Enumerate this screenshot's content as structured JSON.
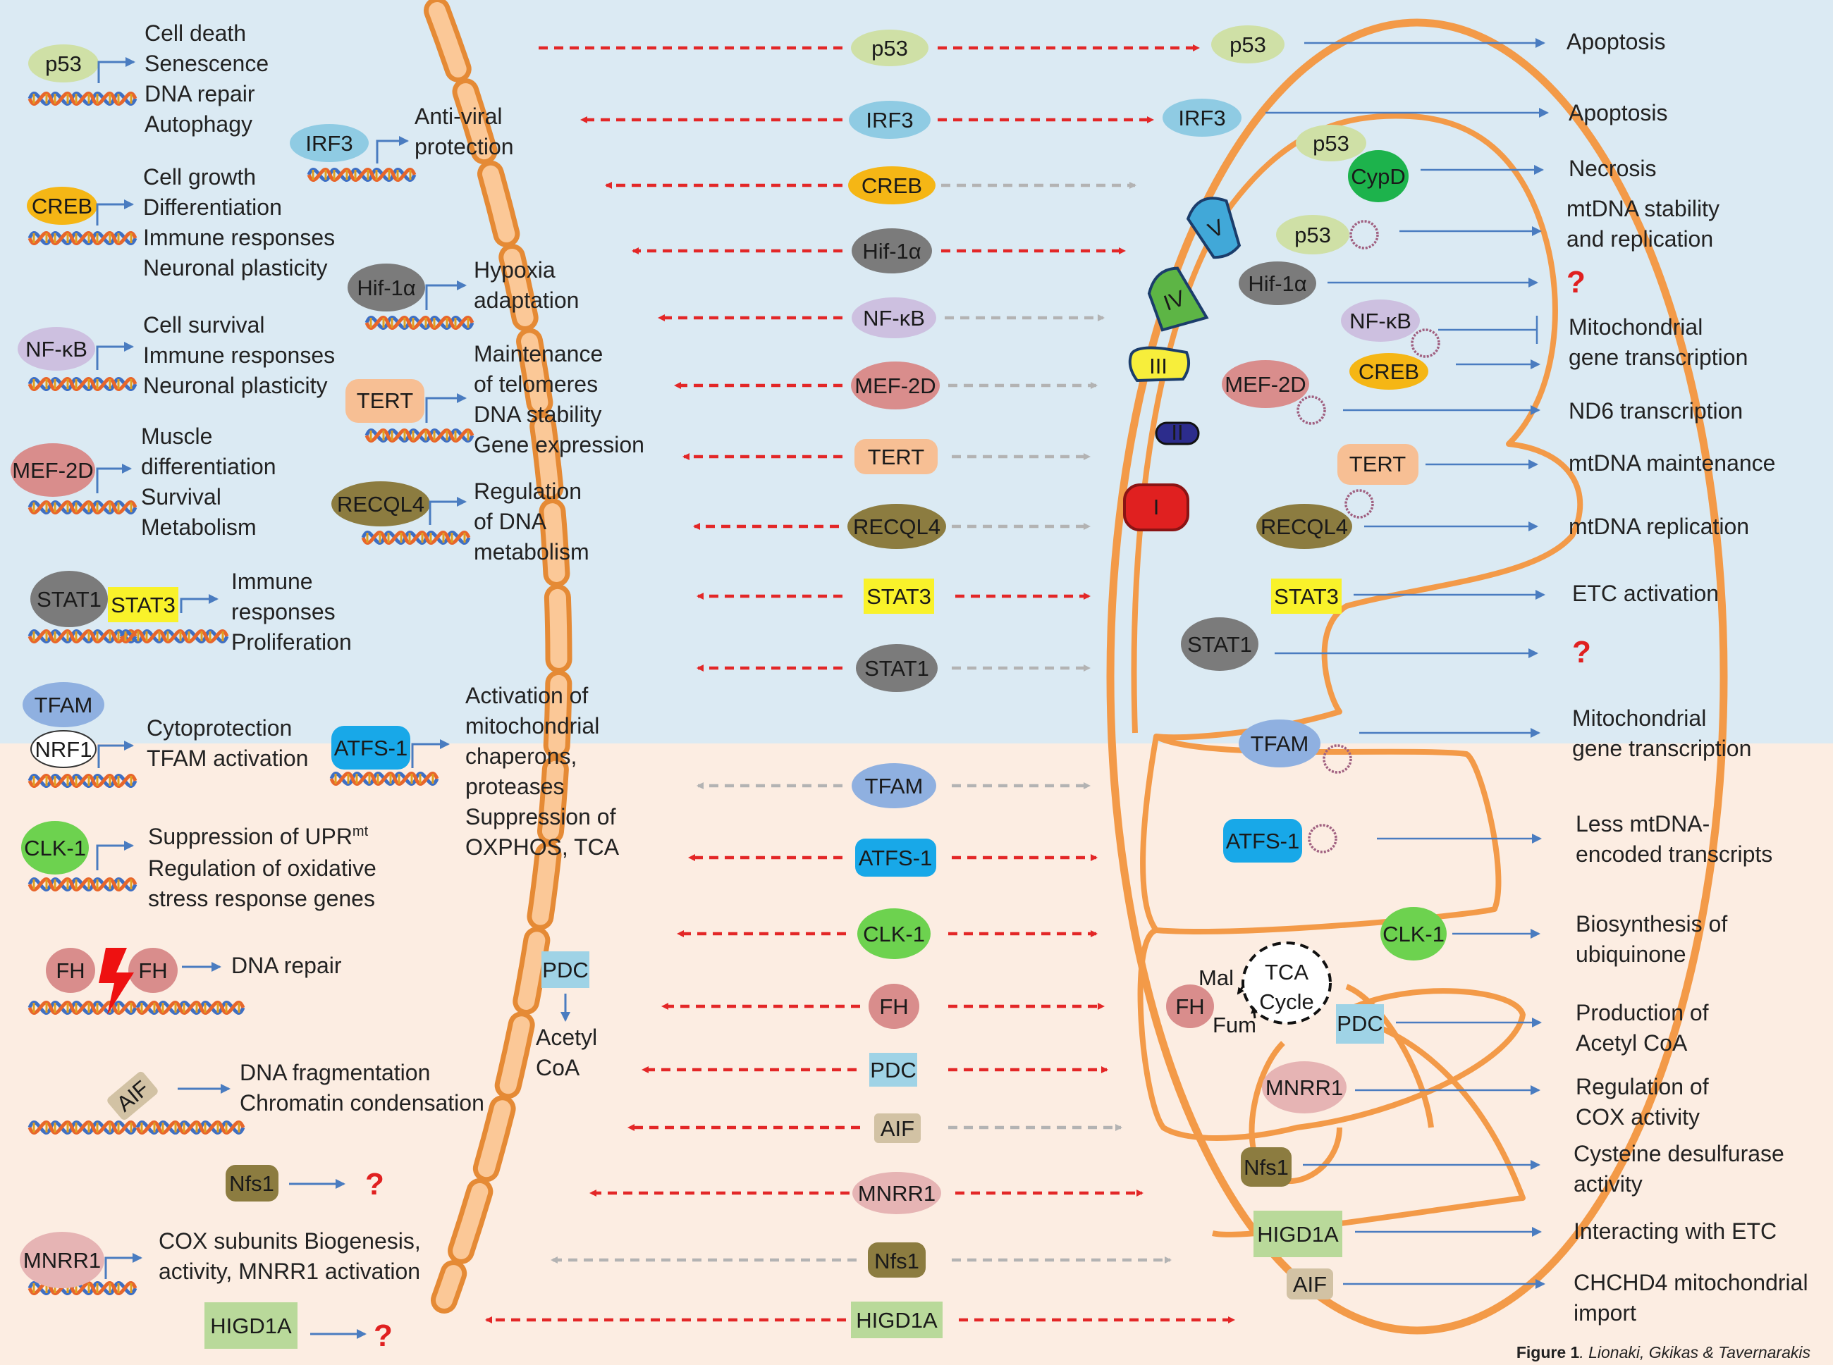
{
  "colors": {
    "bg_nucleus": "#dbeaf3",
    "bg_cytoplasm": "#fcede2",
    "membrane": "#f5a259",
    "red_arrow": "#e32727",
    "gray_arrow": "#b3b3b3",
    "blue_arrow": "#4a7cc0",
    "question": "#e02020"
  },
  "proteins": {
    "p53": "p53",
    "irf3": "IRF3",
    "creb": "CREB",
    "hif1a": "Hif-1α",
    "nfkb": "NF-κB",
    "mef2d": "MEF-2D",
    "tert": "TERT",
    "recql4": "RECQL4",
    "stat3": "STAT3",
    "stat1": "STAT1",
    "tfam": "TFAM",
    "nrf1": "NRF1",
    "atfs1": "ATFS-1",
    "clk1": "CLK-1",
    "fh": "FH",
    "pdc": "PDC",
    "aif": "AIF",
    "mnrr1": "MNRR1",
    "nfs1": "Nfs1",
    "higd1a": "HIGD1A",
    "cypd": "CypD"
  },
  "nuclear_functions": {
    "p53": [
      "Cell death",
      "Senescence",
      "DNA repair",
      "Autophagy"
    ],
    "irf3": [
      "Anti-viral",
      "protection"
    ],
    "creb": [
      "Cell growth",
      "Differentiation",
      "Immune responses",
      "Neuronal plasticity"
    ],
    "hif1a": [
      "Hypoxia",
      "adaptation"
    ],
    "nfkb": [
      "Cell survival",
      "Immune responses",
      "Neuronal plasticity"
    ],
    "tert": [
      "Maintenance",
      "of telomeres",
      "DNA stability",
      "Gene expression"
    ],
    "mef2d": [
      "Muscle",
      "differentiation",
      "Survival",
      "Metabolism"
    ],
    "recql4": [
      "Regulation",
      "of DNA",
      "metabolism"
    ],
    "stat": [
      "Immune",
      "responses",
      "Proliferation"
    ],
    "tfam": [
      "Cytoprotection",
      "TFAM activation"
    ],
    "atfs1": [
      "Activation of",
      "mitochondrial",
      "chaperons,",
      "proteases",
      "Suppression of",
      "OXPHOS, TCA"
    ],
    "clk1": [
      "Suppression of UPR",
      "Regulation of oxidative",
      "stress response genes"
    ],
    "clk1_superscript": "mt",
    "fh": [
      "DNA repair"
    ],
    "aif": [
      "DNA fragmentation",
      "Chromatin condensation"
    ],
    "mnrr1": [
      "COX subunits Biogenesis,",
      "activity, MNRR1 activation"
    ],
    "pdc_product": [
      "Acetyl",
      "CoA"
    ],
    "question": "?"
  },
  "mito_labels": {
    "complex_v": "V",
    "complex_iv": "IV",
    "complex_iii": "III",
    "complex_ii": "II",
    "complex_i": "I",
    "tca": [
      "TCA",
      "Cycle"
    ],
    "mal": "Mal",
    "fum": "Fum"
  },
  "outcomes": {
    "p53_outer": "Apoptosis",
    "irf3": "Apoptosis",
    "cypd": "Necrosis",
    "p53_inner": [
      "mtDNA stability",
      "and replication"
    ],
    "hif1a": "?",
    "nfkb": [
      "Mitochondrial",
      "gene transcription"
    ],
    "mef2d": "ND6 transcription",
    "tert": "mtDNA maintenance",
    "recql4": "mtDNA replication",
    "stat3": "ETC activation",
    "stat1": "?",
    "tfam": [
      "Mitochondrial",
      "gene transcription"
    ],
    "atfs1": [
      "Less mtDNA-",
      "encoded transcripts"
    ],
    "clk1": [
      "Biosynthesis of",
      "ubiquinone"
    ],
    "pdc": [
      "Production of",
      "Acetyl CoA"
    ],
    "mnrr1": [
      "Regulation of",
      "COX activity"
    ],
    "nfs1": [
      "Cysteine desulfurase",
      " activity"
    ],
    "higd1a": "Interacting with ETC",
    "aif": [
      "CHCHD4 mitochondrial",
      "import"
    ]
  },
  "caption": {
    "bold": "Figure 1",
    "text": ". Lionaki, Gkikas & Tavernarakis"
  }
}
